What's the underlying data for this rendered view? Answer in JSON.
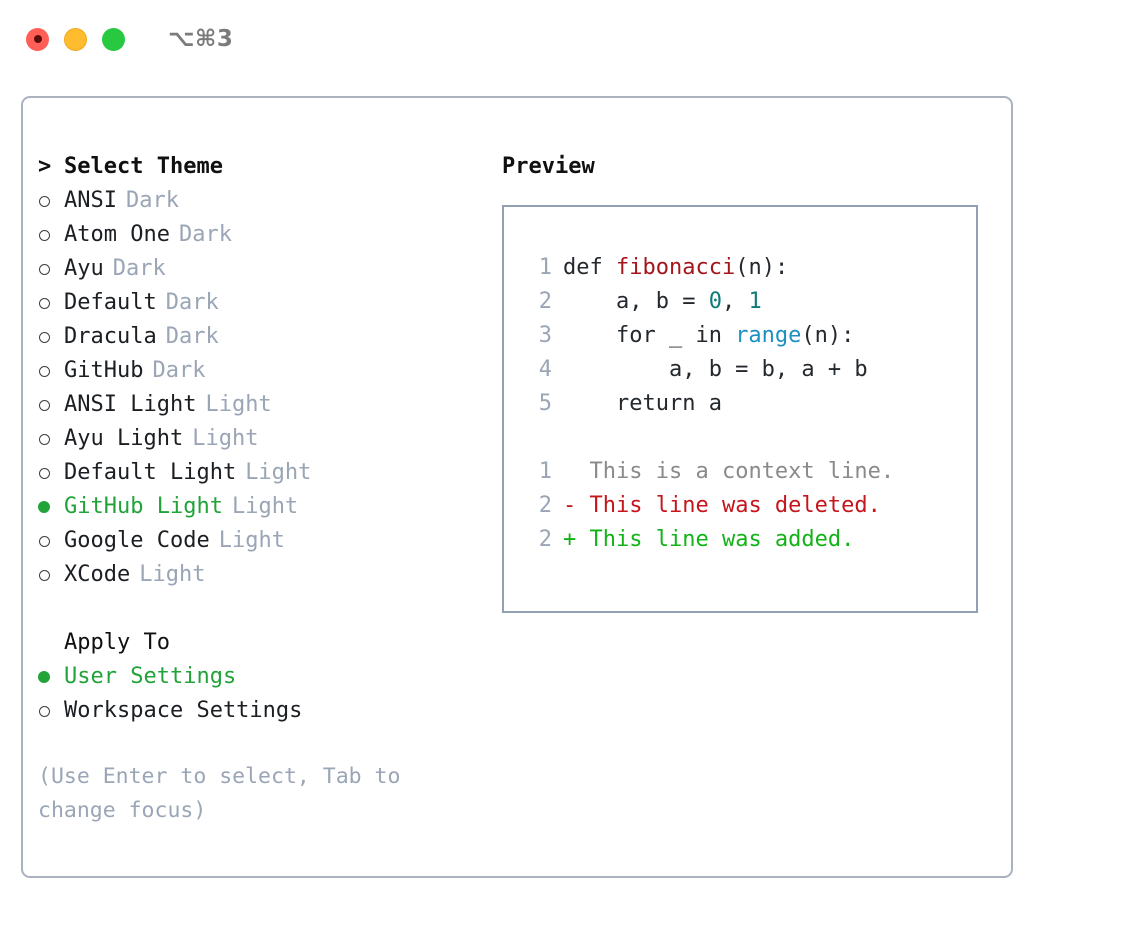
{
  "window": {
    "title": "⌥⌘3",
    "controls": [
      {
        "name": "close",
        "color": "#ff5f57"
      },
      {
        "name": "minimize",
        "color": "#febc2e"
      },
      {
        "name": "maximize",
        "color": "#28c840"
      }
    ]
  },
  "theme_picker": {
    "header": "Select Theme",
    "caret": ">",
    "items": [
      {
        "name": "ANSI",
        "tag": "Dark",
        "selected": false
      },
      {
        "name": "Atom One",
        "tag": "Dark",
        "selected": false
      },
      {
        "name": "Ayu",
        "tag": "Dark",
        "selected": false
      },
      {
        "name": "Default",
        "tag": "Dark",
        "selected": false
      },
      {
        "name": "Dracula",
        "tag": "Dark",
        "selected": false
      },
      {
        "name": "GitHub",
        "tag": "Dark",
        "selected": false
      },
      {
        "name": "ANSI Light",
        "tag": "Light",
        "selected": false
      },
      {
        "name": "Ayu Light",
        "tag": "Light",
        "selected": false
      },
      {
        "name": "Default Light",
        "tag": "Light",
        "selected": false
      },
      {
        "name": "GitHub Light",
        "tag": "Light",
        "selected": true
      },
      {
        "name": "Google Code",
        "tag": "Light",
        "selected": false
      },
      {
        "name": "XCode",
        "tag": "Light",
        "selected": false
      }
    ]
  },
  "apply_to": {
    "header": "Apply To",
    "options": [
      {
        "label": "User Settings",
        "selected": true
      },
      {
        "label": "Workspace Settings",
        "selected": false
      }
    ]
  },
  "hint": "(Use Enter to select, Tab to change focus)",
  "preview": {
    "title": "Preview",
    "code_lines": [
      {
        "num": "1",
        "tokens": [
          {
            "t": "def ",
            "k": "plain"
          },
          {
            "t": "fibonacci",
            "k": "fn"
          },
          {
            "t": "(n):",
            "k": "plain"
          }
        ]
      },
      {
        "num": "2",
        "tokens": [
          {
            "t": "    a, b = ",
            "k": "plain"
          },
          {
            "t": "0",
            "k": "num"
          },
          {
            "t": ", ",
            "k": "plain"
          },
          {
            "t": "1",
            "k": "num"
          }
        ]
      },
      {
        "num": "3",
        "tokens": [
          {
            "t": "    for _ in ",
            "k": "plain"
          },
          {
            "t": "range",
            "k": "call"
          },
          {
            "t": "(n):",
            "k": "plain"
          }
        ]
      },
      {
        "num": "4",
        "tokens": [
          {
            "t": "        a, b = b, a + b",
            "k": "plain"
          }
        ]
      },
      {
        "num": "5",
        "tokens": [
          {
            "t": "    return a",
            "k": "plain"
          }
        ]
      }
    ],
    "diff_lines": [
      {
        "num": "1",
        "marker": " ",
        "text": "This is a context line.",
        "kind": "ctx"
      },
      {
        "num": "2",
        "marker": "-",
        "text": "This line was deleted.",
        "kind": "del"
      },
      {
        "num": "2",
        "marker": "+",
        "text": "This line was added.",
        "kind": "add"
      }
    ]
  },
  "colors": {
    "accent_green": "#22a33a",
    "muted": "#9aa5b5",
    "border": "#aab2c0",
    "preview_border": "#92a0b3",
    "syntax_function": "#a3161b",
    "syntax_number": "#0f7b79",
    "syntax_call": "#1c8fc4",
    "diff_deleted": "#c4161c",
    "diff_added": "#12b317",
    "diff_context": "#8a8a8a"
  }
}
